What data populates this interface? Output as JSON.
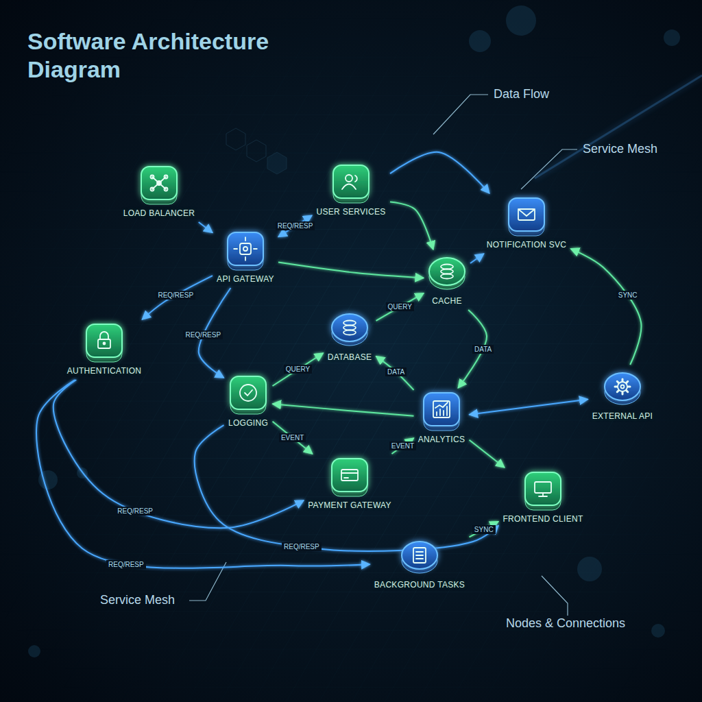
{
  "diagram": {
    "title": "Software Architecture Diagram",
    "nodes": [
      {
        "text": [
          "LOAD BALANCER"
        ]
      },
      {
        "text": [
          "USER SERVICES"
        ]
      },
      {
        "text": [
          "API GATEWAY"
        ]
      },
      {
        "text": [
          "NOTIFICATION SVC"
        ]
      },
      {
        "text": [
          "CACHE"
        ]
      },
      {
        "text": [
          "AUTHENTICATION"
        ]
      },
      {
        "text": [
          "DATABASE"
        ]
      },
      {
        "text": [
          "LOGGING"
        ]
      },
      {
        "text": [
          "ANALYTICS"
        ]
      },
      {
        "text": [
          "EXTERNAL API"
        ]
      },
      {
        "text": [
          "PAYMENT GATEWAY"
        ]
      },
      {
        "text": [
          "FRONTEND CLIENT"
        ]
      },
      {
        "text": [
          "BACKGROUND TASKS"
        ]
      }
    ],
    "edges": [
      {
        "from": 0,
        "to": 2,
        "arrow": "to"
      },
      {
        "from": 2,
        "to": 1,
        "label": "REQ/RESP",
        "arrow": "both"
      },
      {
        "from": 2,
        "to": 5,
        "label": "REQ/RESP",
        "arrow": "to"
      },
      {
        "from": 2,
        "to": 7,
        "label": "REQ/RESP",
        "arrow": "to"
      },
      {
        "from": 7,
        "to": 6,
        "label": "QUERY",
        "arrow": "to"
      },
      {
        "from": 6,
        "to": 4,
        "label": "QUERY",
        "arrow": "to"
      },
      {
        "from": 8,
        "to": 6,
        "label": "DATA",
        "arrow": "to"
      },
      {
        "from": 4,
        "to": 8,
        "label": "DATA",
        "arrow": "to"
      },
      {
        "from": 7,
        "to": 10,
        "label": "EVENT",
        "arrow": "to"
      },
      {
        "from": 10,
        "to": 8,
        "label": "EVENT",
        "arrow": "to"
      },
      {
        "from": 9,
        "to": 3,
        "label": "SYNC",
        "arrow": "to"
      },
      {
        "from": 12,
        "to": 11,
        "label": "SYNC",
        "arrow": "to"
      },
      {
        "from": 5,
        "to": 10,
        "label": "REQ/RESP",
        "arrow": "to"
      },
      {
        "from": 5,
        "to": 12,
        "label": "REQ/RESP",
        "arrow": "to"
      },
      {
        "from": 7,
        "to": 11,
        "label": "REQ/RESP",
        "arrow": "to"
      },
      {
        "from": 2,
        "to": 4,
        "arrow": "to"
      },
      {
        "from": 1,
        "to": 3,
        "arrow": "to"
      },
      {
        "from": 4,
        "to": 3,
        "arrow": "to"
      },
      {
        "from": 8,
        "to": 11,
        "arrow": "to"
      },
      {
        "from": 8,
        "to": 7,
        "arrow": "to"
      },
      {
        "from": 8,
        "to": 9,
        "arrow": "both"
      },
      {
        "from": 1,
        "to": 4,
        "arrow": "to"
      }
    ],
    "labels": [
      "Data Flow",
      "Service Mesh",
      "Service Mesh",
      "Nodes & Connections"
    ]
  }
}
